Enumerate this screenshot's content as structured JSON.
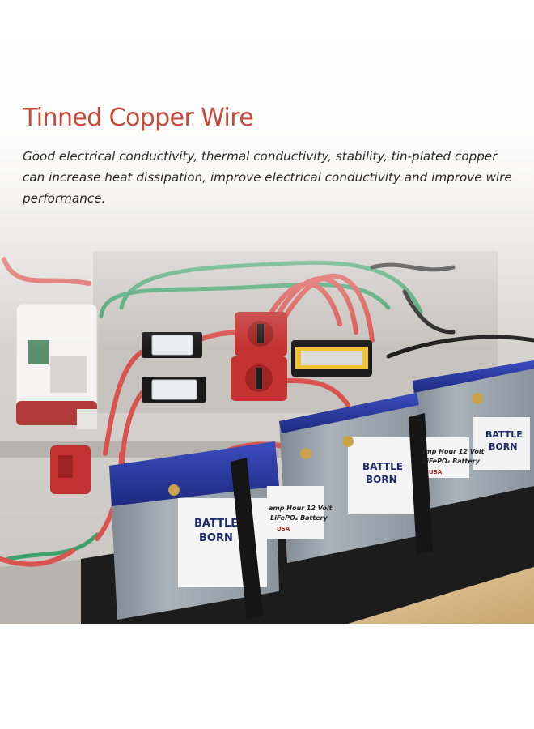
{
  "title": "Tinned Copper Wire",
  "description": "Good electrical conductivity, thermal conductivity, stability, tin-plated copper can increase heat dissipation, improve electrical conductivity and improve wire performance.",
  "battery_labels": {
    "brand_top": "BATTLE",
    "brand_bottom": "BORN",
    "spec_line_1": "amp Hour 12 Volt",
    "spec_line_2": "LiFePO₄ Battery",
    "usa": "USA"
  },
  "colors": {
    "title": "#c9493b",
    "wire_red": "#d9534f",
    "wire_green": "#3fa06a",
    "battery_blue": "#2a3a9a",
    "battery_body": "#9aa3ad",
    "board": "#d8b988"
  }
}
